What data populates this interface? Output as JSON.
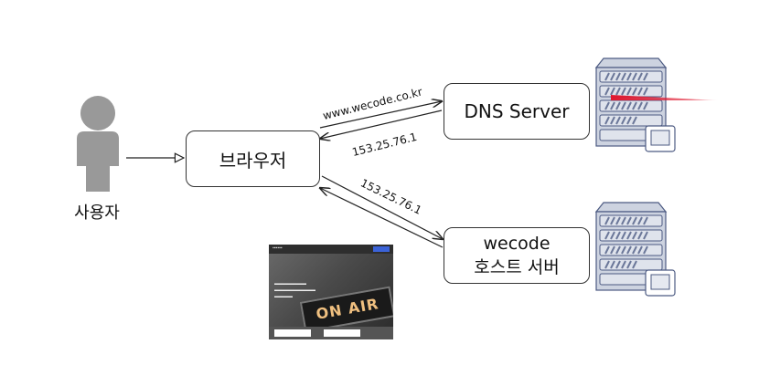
{
  "user": {
    "label": "사용자"
  },
  "browser": {
    "label": "브라우저"
  },
  "dns_server": {
    "label": "DNS Server"
  },
  "host_server": {
    "line1": "wecode",
    "line2": "호스트 서버"
  },
  "edges": {
    "query_label": "www.wecode.co.kr",
    "dns_response_label": "153.25.76.1",
    "host_request_label": "153.25.76.1"
  },
  "thumbnail": {
    "sign_text": "ON AIR"
  },
  "colors": {
    "person_fill": "#999999",
    "server_fill": "#cdd3e0",
    "server_stroke": "#4c5a82",
    "laser": "#e0182f"
  }
}
